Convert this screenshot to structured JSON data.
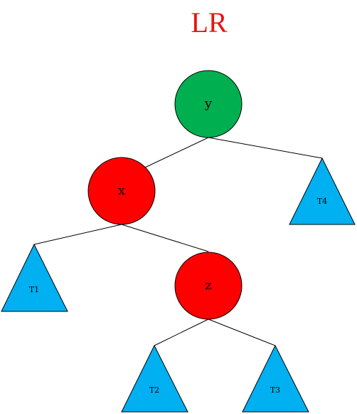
{
  "title": "LR",
  "colors": {
    "title": "#e8140f",
    "root_node": "#00b050",
    "child_node": "#ff0000",
    "subtree": "#00b0f0",
    "edge": "#000000"
  },
  "nodes": {
    "y": {
      "label": "y"
    },
    "x": {
      "label": "x"
    },
    "z": {
      "label": "z"
    }
  },
  "subtrees": {
    "T1": {
      "label": "T1"
    },
    "T2": {
      "label": "T2"
    },
    "T3": {
      "label": "T3"
    },
    "T4": {
      "label": "T4"
    }
  }
}
